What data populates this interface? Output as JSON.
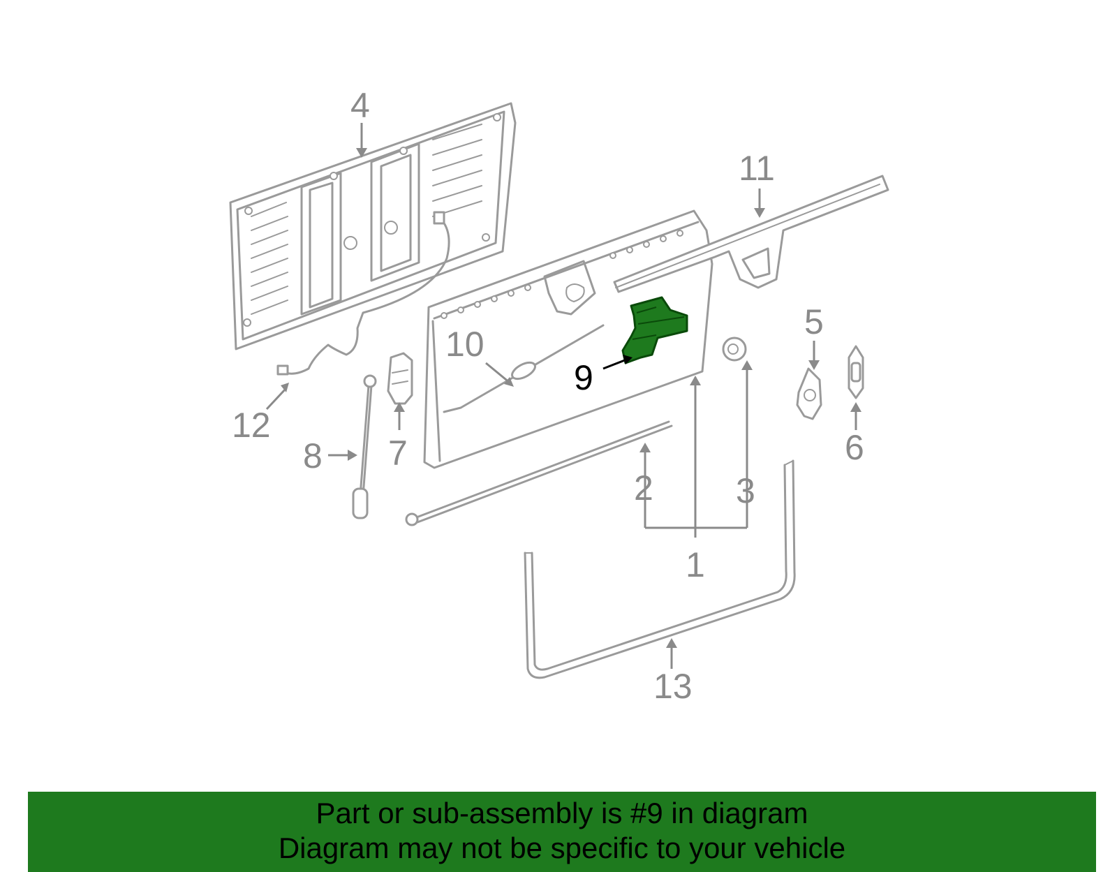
{
  "diagram": {
    "callouts": [
      {
        "id": "1",
        "label": "1"
      },
      {
        "id": "2",
        "label": "2"
      },
      {
        "id": "3",
        "label": "3"
      },
      {
        "id": "4",
        "label": "4"
      },
      {
        "id": "5",
        "label": "5"
      },
      {
        "id": "6",
        "label": "6"
      },
      {
        "id": "7",
        "label": "7"
      },
      {
        "id": "8",
        "label": "8"
      },
      {
        "id": "9",
        "label": "9"
      },
      {
        "id": "10",
        "label": "10"
      },
      {
        "id": "11",
        "label": "11"
      },
      {
        "id": "12",
        "label": "12"
      },
      {
        "id": "13",
        "label": "13"
      }
    ],
    "highlighted_part": "9",
    "colors": {
      "outline": "#9a9a9a",
      "callout_text": "#8a8a8a",
      "highlight_fill": "#1e7a1e",
      "highlight_text": "#000000"
    }
  },
  "banner": {
    "line1": "Part or sub-assembly is #9 in diagram",
    "line2": "Diagram may not be specific to your vehicle",
    "background": "#1e7a1e"
  }
}
